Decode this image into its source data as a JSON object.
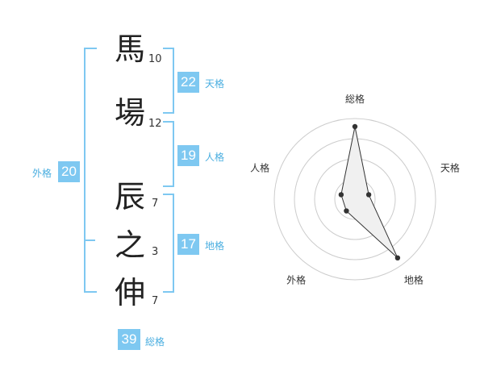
{
  "name": {
    "chars": [
      {
        "char": "馬",
        "strokes": "10"
      },
      {
        "char": "場",
        "strokes": "12"
      },
      {
        "char": "辰",
        "strokes": "7"
      },
      {
        "char": "之",
        "strokes": "3"
      },
      {
        "char": "伸",
        "strokes": "7"
      }
    ]
  },
  "fortunes": {
    "tenkaku": {
      "value": "22",
      "label": "天格"
    },
    "jinkaku": {
      "value": "19",
      "label": "人格"
    },
    "chikaku": {
      "value": "17",
      "label": "地格"
    },
    "gaikaku": {
      "value": "20",
      "label": "外格"
    },
    "soukaku": {
      "value": "39",
      "label": "総格"
    }
  },
  "chart_data": {
    "type": "radar",
    "axes": [
      "総格",
      "天格",
      "地格",
      "外格",
      "人格"
    ],
    "values": [
      5,
      1,
      5,
      1,
      1
    ],
    "max": 5,
    "rings": 4,
    "colors": {
      "ring": "#cccccc",
      "fill": "#f0f0f0",
      "line": "#333333",
      "point": "#333333",
      "center": "#bbbbbb"
    }
  },
  "colors": {
    "accent": "#7ec8f1",
    "accent_text": "#4aaee0"
  }
}
